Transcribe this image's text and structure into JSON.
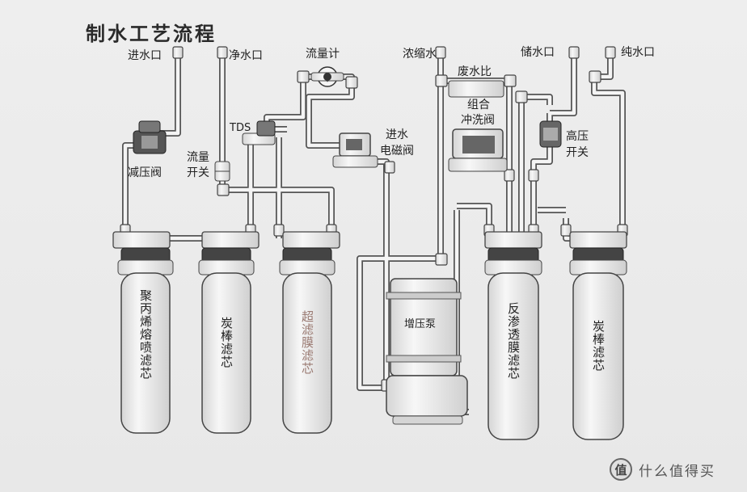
{
  "title": "制水工艺流程",
  "labels": {
    "inlet": "进水口",
    "clean_outlet": "净水口",
    "flowmeter": "流量计",
    "concentrate": "浓缩水",
    "storage_outlet": "储水口",
    "pure_outlet": "纯水口",
    "tds": "TDS",
    "flow_switch_1": "流量",
    "flow_switch_2": "开关",
    "pressure_reducer": "减压阀",
    "inlet_solenoid_1": "进水",
    "inlet_solenoid_2": "电磁阀",
    "waste_ratio": "废水比",
    "flush_valve_1": "组合",
    "flush_valve_2": "冲洗阀",
    "hp_switch_1": "高压",
    "hp_switch_2": "开关",
    "pump": "增压泵"
  },
  "filters": [
    {
      "name": "聚丙烯熔喷滤芯",
      "faded": false
    },
    {
      "name": "炭棒滤芯",
      "faded": false
    },
    {
      "name": "超滤膜滤芯",
      "faded": true
    },
    {
      "name": "反渗透膜滤芯",
      "faded": false
    },
    {
      "name": "炭棒滤芯",
      "faded": false
    }
  ],
  "watermark": {
    "text": "什么值得买",
    "icon": "值"
  }
}
